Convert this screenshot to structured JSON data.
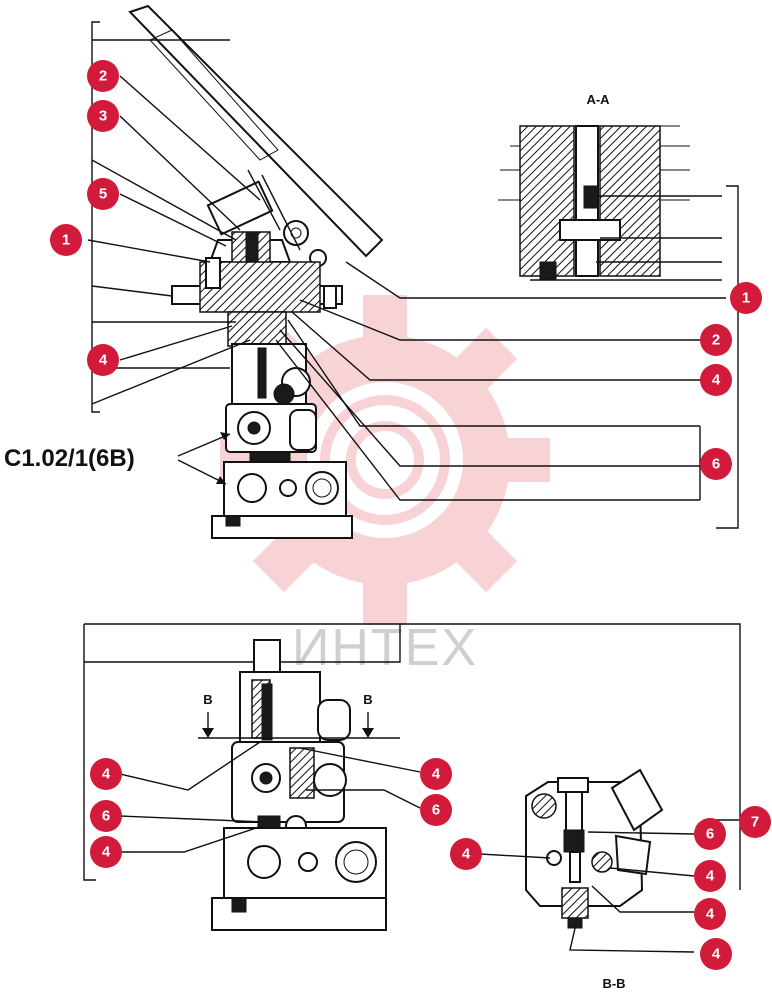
{
  "labels": {
    "model": "C1.02/1(6B)",
    "section_aa": "A-A",
    "section_bb": "B-B",
    "cut_b": "B",
    "watermark": "ИНТЕХ"
  },
  "callouts": {
    "top_left": [
      "2",
      "3",
      "5",
      "1",
      "4"
    ],
    "top_right": [
      "1",
      "2",
      "4",
      "6"
    ],
    "bottom_left": [
      "4",
      "6",
      "4"
    ],
    "bottom_mid": [
      "4",
      "6"
    ],
    "bb_view": [
      "6",
      "7",
      "4",
      "4",
      "4",
      "4"
    ]
  },
  "colors": {
    "callout": "#d21a3a",
    "line": "#111111",
    "watermark": "#e23b4a"
  }
}
